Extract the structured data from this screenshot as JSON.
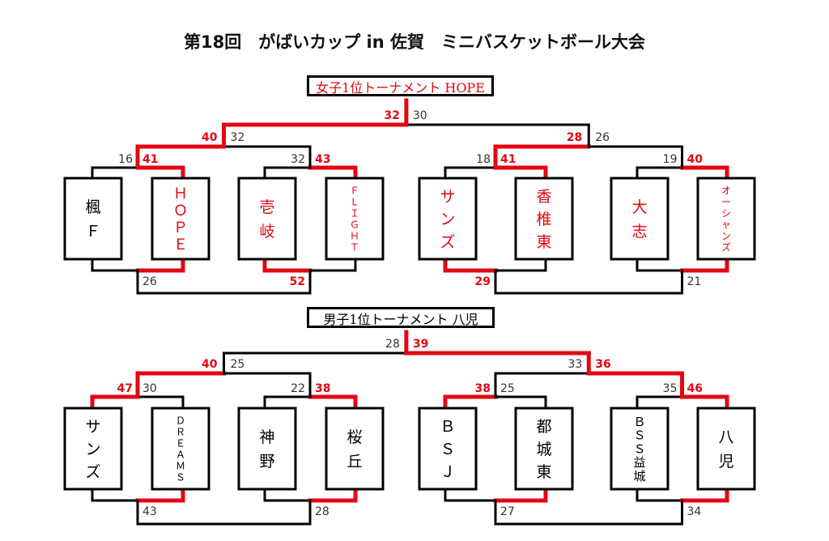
{
  "title": "第18回　がばいカップ in 佐賀　ミニバスケットボール大会",
  "colors": {
    "winner": "#e30613",
    "line": "#000000"
  },
  "tournaments": [
    {
      "label": "女子1位トーナメント HOPE",
      "label_color": "#e30613",
      "teams": [
        {
          "name": "楓Ｆ",
          "won": false
        },
        {
          "name": "ＨＯＰＥ",
          "won": true
        },
        {
          "name": "壱岐",
          "won": true
        },
        {
          "name": "ＦＬＩＧＨＴ",
          "won": true
        },
        {
          "name": "サンズ",
          "won": true
        },
        {
          "name": "香椎東",
          "won": true
        },
        {
          "name": "大志",
          "won": true
        },
        {
          "name": "オーシャンズ",
          "won": true
        }
      ],
      "round1": [
        {
          "top": [
            "16",
            "41"
          ],
          "bottom": [
            "",
            "26"
          ],
          "top_winner": "right"
        },
        {
          "top": [
            "32",
            "43"
          ],
          "bottom": [
            "52",
            ""
          ],
          "top_winner": "right"
        },
        {
          "top": [
            "18",
            "41"
          ],
          "bottom": [
            "29",
            ""
          ],
          "top_winner": "right"
        },
        {
          "top": [
            "19",
            "40"
          ],
          "bottom": [
            "",
            "21"
          ],
          "top_winner": "right"
        }
      ],
      "semis": [
        {
          "scores": [
            "40",
            "32"
          ],
          "winner": "left"
        },
        {
          "scores": [
            "28",
            "26"
          ],
          "winner": "left"
        }
      ],
      "final": {
        "scores": [
          "32",
          "30"
        ],
        "winner": "left"
      }
    },
    {
      "label": "男子1位トーナメント 八児",
      "label_color": "#000000",
      "teams": [
        {
          "name": "サンズ",
          "won": false
        },
        {
          "name": "ＤＲＥＡＭＳ",
          "won": false
        },
        {
          "name": "神野",
          "won": false
        },
        {
          "name": "桜丘",
          "won": false
        },
        {
          "name": "ＢＳＪ",
          "won": false
        },
        {
          "name": "都城東",
          "won": false
        },
        {
          "name": "ＢＳＳ益城",
          "won": false
        },
        {
          "name": "八児",
          "won": false
        }
      ],
      "round1": [
        {
          "top": [
            "47",
            "30"
          ],
          "bottom": [
            "",
            "43"
          ],
          "top_winner": "left"
        },
        {
          "top": [
            "22",
            "38"
          ],
          "bottom": [
            "",
            "28"
          ],
          "top_winner": "right"
        },
        {
          "top": [
            "38",
            "25"
          ],
          "bottom": [
            "",
            "27"
          ],
          "top_winner": "left"
        },
        {
          "top": [
            "35",
            "46"
          ],
          "bottom": [
            "",
            "34"
          ],
          "top_winner": "right"
        }
      ],
      "semis": [
        {
          "scores": [
            "40",
            "25"
          ],
          "winner": "left"
        },
        {
          "scores": [
            "33",
            "36"
          ],
          "winner": "right"
        }
      ],
      "final": {
        "scores": [
          "28",
          "39"
        ],
        "winner": "right"
      }
    }
  ]
}
